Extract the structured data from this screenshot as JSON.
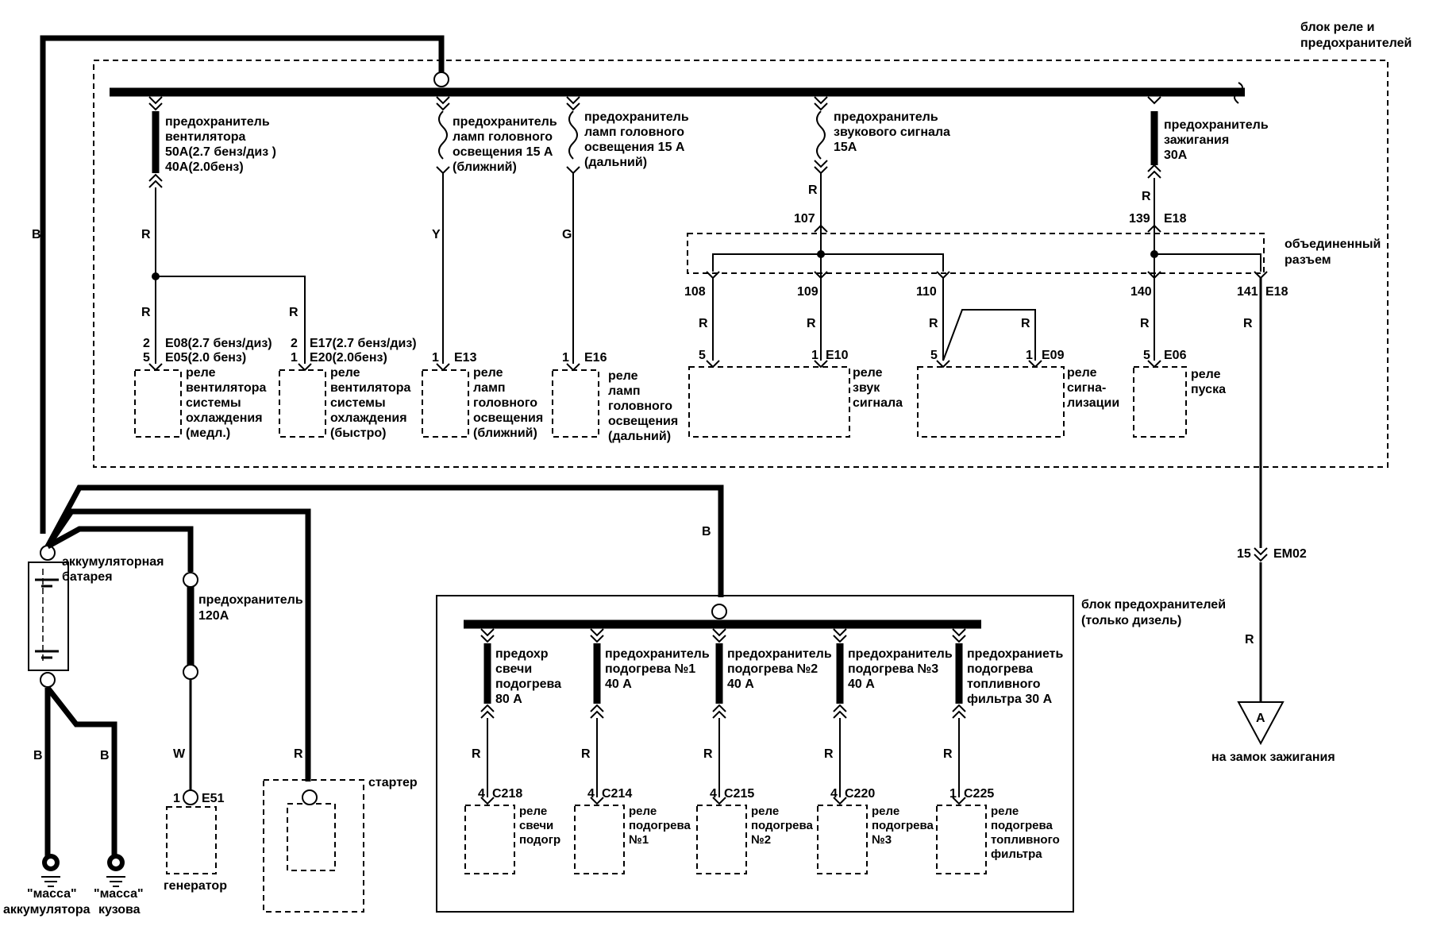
{
  "relay_block": {
    "title1": "блок реле и",
    "title2": "предохранителей",
    "joint_conn1": "объединенный",
    "joint_conn2": "разъем",
    "fan_fuse": {
      "l1": "предохранитель",
      "l2": "вентилятора",
      "l3": "50А(2.7 бенз/диз )",
      "l4": "40А(2.0бенз)",
      "wire1": "R",
      "wire2": "R"
    },
    "low_fuse": {
      "l1": "предохранитель",
      "l2": "ламп головного",
      "l3": "освещения 15 А",
      "l4": "(ближний)",
      "wire": "Y"
    },
    "high_fuse": {
      "l1": "предохранитель",
      "l2": "ламп головного",
      "l3": "освещения 15 А",
      "l4": "(дальний)",
      "wire": "G"
    },
    "horn_fuse": {
      "l1": "предохранитель",
      "l2": "звукового сигнала",
      "l3": "15А",
      "wire": "R"
    },
    "ign_fuse": {
      "l1": "предохранитель",
      "l2": "зажигания",
      "l3": "30А",
      "wire": "R"
    },
    "fan_relay_slow": {
      "pin1": "2",
      "pin2": "5",
      "c1": "E08(2.7 бенз/диз)",
      "c2": "E05(2.0 бенз)",
      "l1": "реле",
      "l2": "вентилятора",
      "l3": "системы",
      "l4": "охлаждения",
      "l5": "(медл.)"
    },
    "fan_relay_fast": {
      "pin1": "2",
      "pin2": "1",
      "c1": "E17(2.7 бенз/диз)",
      "c2": "E20(2.0бенз)",
      "wire": "R",
      "l1": "реле",
      "l2": "вентилятора",
      "l3": "системы",
      "l4": "охлаждения",
      "l5": "(быстро)"
    },
    "low_relay": {
      "pin": "1",
      "conn": "E13",
      "l1": "реле",
      "l2": "ламп",
      "l3": "головного",
      "l4": "освещения",
      "l5": "(ближний)"
    },
    "high_relay": {
      "pin": "1",
      "conn": "E16",
      "l1": "реле",
      "l2": "ламп",
      "l3": "головного",
      "l4": "освещения",
      "l5": "(дальний)"
    },
    "horn_relay": {
      "pin1": "5",
      "pin2": "1",
      "conn": "E10",
      "l1": "реле",
      "l2": "звук",
      "l3": "сигнала"
    },
    "alarm_relay": {
      "pin1": "5",
      "pin2": "1",
      "conn": "E09",
      "l1": "реле",
      "l2": "сигна-",
      "l3": "лизации"
    },
    "start_relay": {
      "pin": "5",
      "conn": "E06",
      "l1": "реле",
      "l2": "пуска"
    },
    "pins": {
      "p107": "107",
      "p108": "108",
      "p109": "109",
      "p110": "110",
      "p139": "139",
      "p140": "140",
      "p141": "141",
      "e18a": "E18",
      "e18b": "E18"
    },
    "wires": {
      "r1": "R",
      "r2": "R",
      "r3": "R",
      "r4": "R",
      "r5": "R",
      "r6": "R"
    }
  },
  "battery": {
    "l1": "аккумуляторная",
    "l2": "батарея",
    "wire_b": "B",
    "gnd_wire1": "B",
    "gnd_wire2": "B",
    "gnd1_l1": "\"масса\"",
    "gnd1_l2": "аккумулятора",
    "gnd2_l1": "\"масса\"",
    "gnd2_l2": "кузова"
  },
  "main_fuse": {
    "l1": "предохранитель",
    "l2": "120А",
    "wire": "W"
  },
  "generator": {
    "pin": "1",
    "conn": "E51",
    "label": "генератор"
  },
  "starter": {
    "label": "стартер",
    "wire": "R"
  },
  "ignition": {
    "pin": "15",
    "conn": "EM02",
    "wire": "R",
    "symbol": "A",
    "label": "на замок зажигания"
  },
  "diesel_block": {
    "title1": "блок предохранителей",
    "title2": "(только дизель)",
    "feed_wire": "B",
    "fuses": [
      {
        "l1": "предохр",
        "l2": "свечи",
        "l3": "подогрева",
        "l4": "80 А"
      },
      {
        "l1": "предохранитель",
        "l2": "подогрева №1",
        "l3": "40 А",
        "l4": ""
      },
      {
        "l1": "предохранитель",
        "l2": "подогрева №2",
        "l3": "40 А",
        "l4": ""
      },
      {
        "l1": "предохранитель",
        "l2": "подогрева №3",
        "l3": "40 А",
        "l4": ""
      },
      {
        "l1": "предохраниеть",
        "l2": "подогрева",
        "l3": "топливного",
        "l4": "фильтра 30 А"
      }
    ],
    "relays": [
      {
        "pin": "4",
        "conn": "C218",
        "wire": "R",
        "l1": "реле",
        "l2": "свечи",
        "l3": "подогр",
        "l4": ""
      },
      {
        "pin": "4",
        "conn": "C214",
        "wire": "R",
        "l1": "реле",
        "l2": "подогрева",
        "l3": "№1",
        "l4": ""
      },
      {
        "pin": "4",
        "conn": "C215",
        "wire": "R",
        "l1": "реле",
        "l2": "подогрева",
        "l3": "№2",
        "l4": ""
      },
      {
        "pin": "4",
        "conn": "C220",
        "wire": "R",
        "l1": "реле",
        "l2": "подогрева",
        "l3": "№3",
        "l4": ""
      },
      {
        "pin": "1",
        "conn": "C225",
        "wire": "R",
        "l1": "реле",
        "l2": "подогрева",
        "l3": "топливного",
        "l4": "фильтра"
      }
    ]
  }
}
